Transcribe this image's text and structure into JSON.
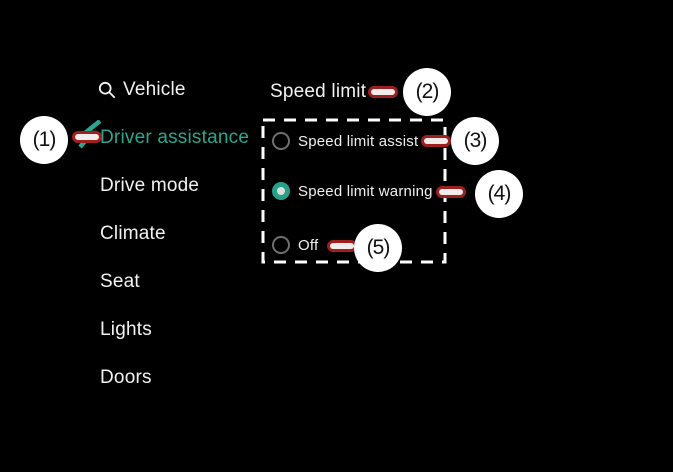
{
  "theme": {
    "background": "#000000",
    "text": "#f2f2f2",
    "accent": "#2ba68e",
    "annotation_red": "#9e1f1f",
    "annotation_fill": "#f3ecea",
    "callout_background": "#ffffff",
    "callout_text": "#111111"
  },
  "sidebar": {
    "items": [
      {
        "label": "Vehicle",
        "icon": "search-icon",
        "active": false
      },
      {
        "label": "Driver assistance",
        "active": true
      },
      {
        "label": "Drive mode",
        "active": false
      },
      {
        "label": "Climate",
        "active": false
      },
      {
        "label": "Seat",
        "active": false
      },
      {
        "label": "Lights",
        "active": false
      },
      {
        "label": "Doors",
        "active": false
      }
    ]
  },
  "main": {
    "title": "Speed limit",
    "options": [
      {
        "label": "Speed limit assist",
        "selected": false
      },
      {
        "label": "Speed limit warning",
        "selected": true
      },
      {
        "label": "Off",
        "selected": false
      }
    ]
  },
  "annotations": {
    "callouts": [
      {
        "label": "(1)"
      },
      {
        "label": "(2)"
      },
      {
        "label": "(3)"
      },
      {
        "label": "(4)"
      },
      {
        "label": "(5)"
      }
    ]
  }
}
